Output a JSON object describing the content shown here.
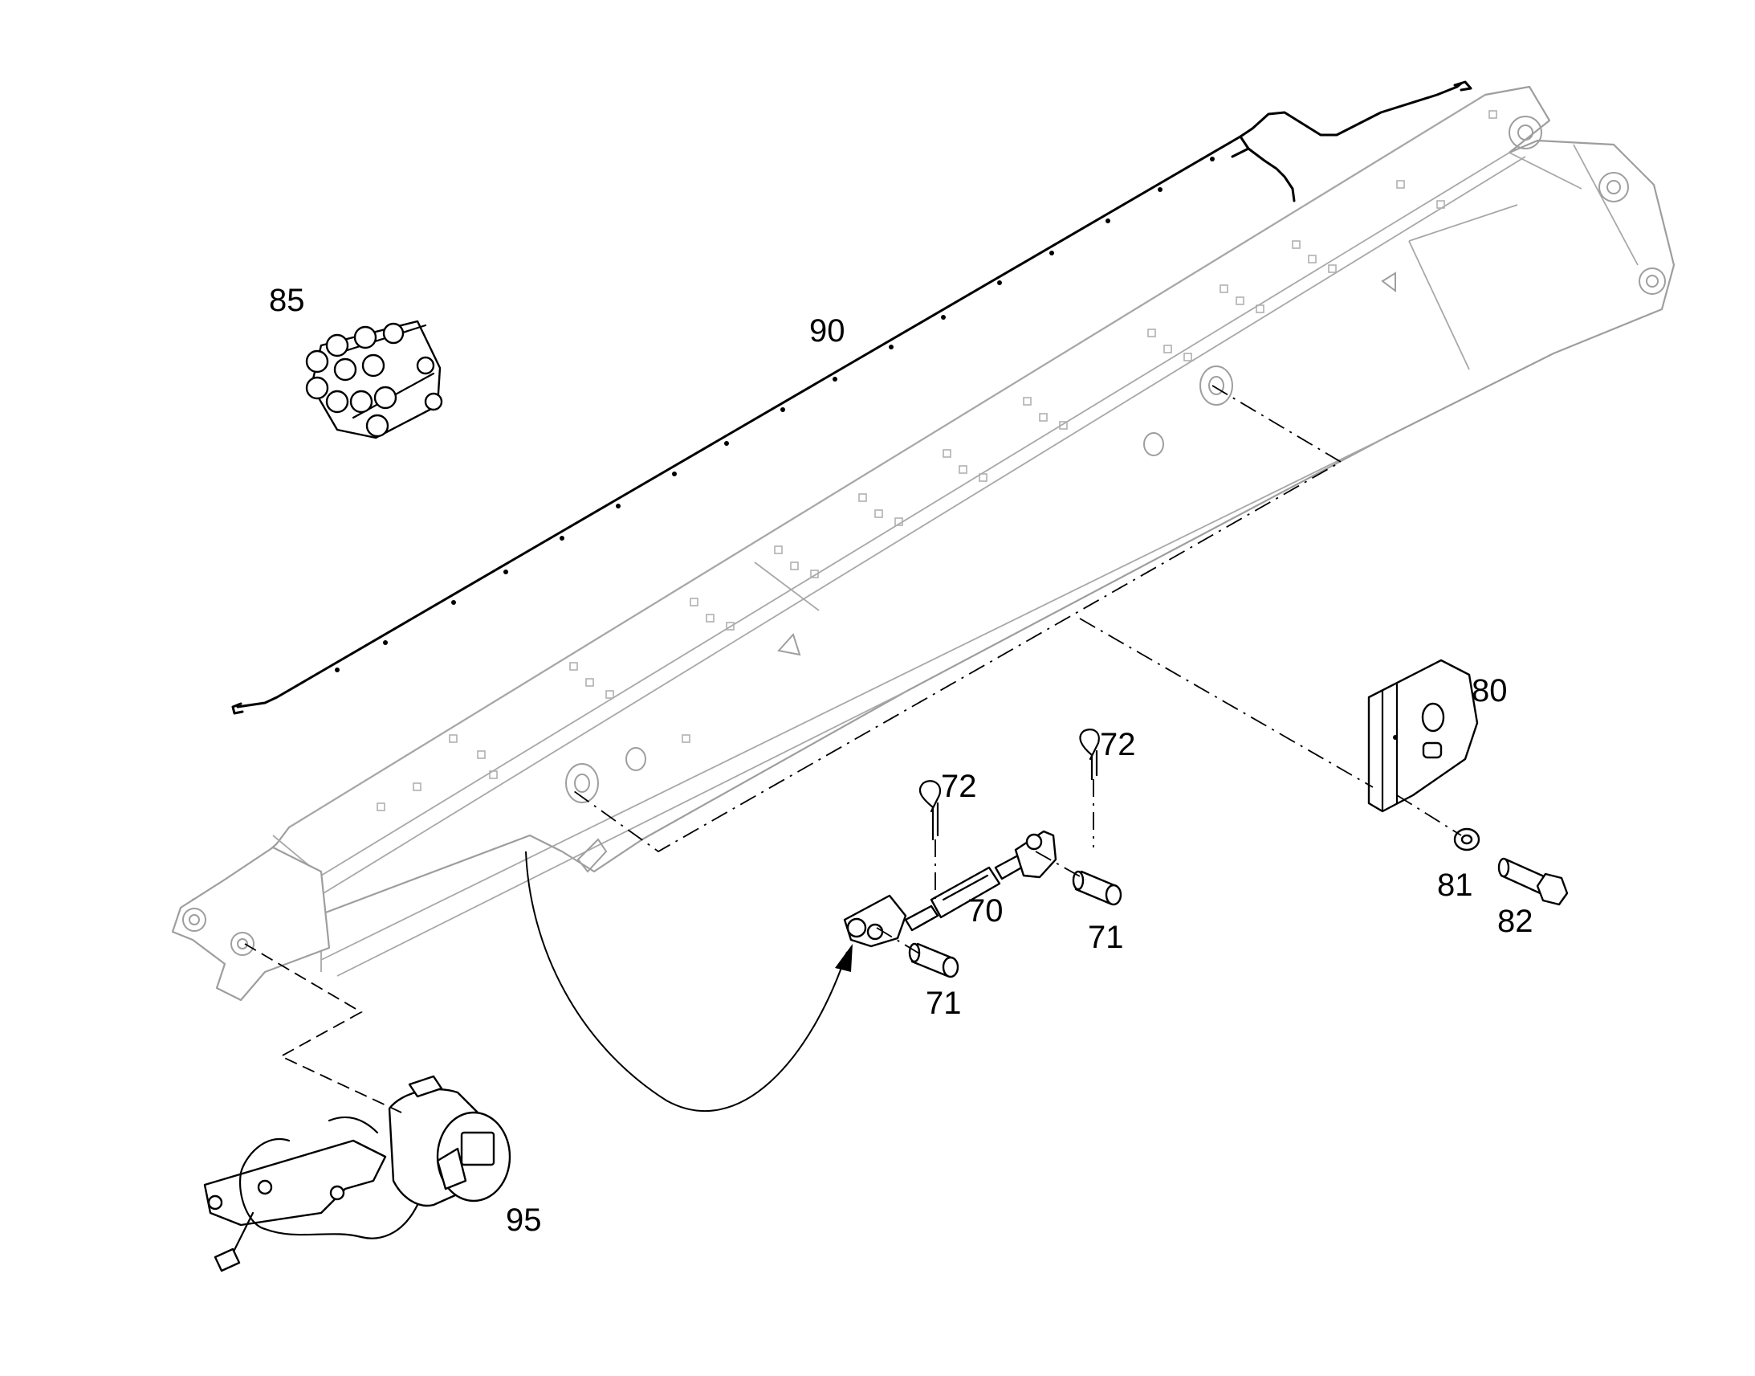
{
  "callouts": {
    "c70": "70",
    "c71a": "71",
    "c71b": "71",
    "c72a": "72",
    "c72b": "72",
    "c80": "80",
    "c81": "81",
    "c82": "82",
    "c85": "85",
    "c90": "90",
    "c95": "95"
  },
  "colors": {
    "background": "#ffffff",
    "boom_outline": "#9e9e9e",
    "part_outline": "#000000"
  }
}
